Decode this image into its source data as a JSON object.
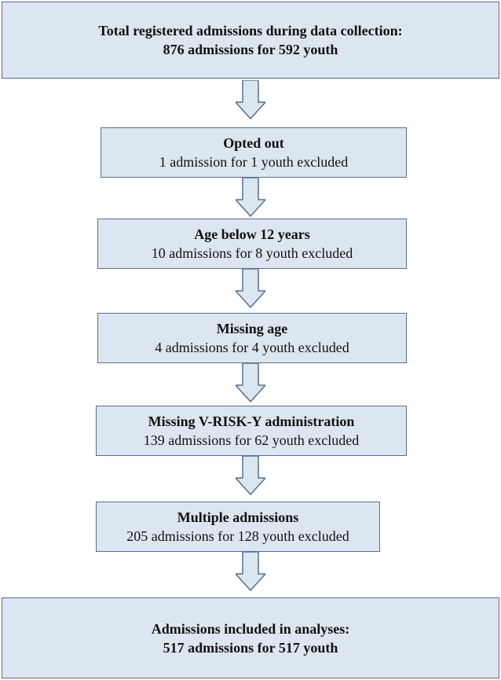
{
  "flowchart": {
    "start": {
      "title": "Total registered admissions during data collection:",
      "detail": "876 admissions for 592 youth"
    },
    "steps": [
      {
        "title": "Opted out",
        "detail": "1 admission for 1 youth excluded"
      },
      {
        "title": "Age below 12 years",
        "detail": "10 admissions for 8 youth excluded"
      },
      {
        "title": "Missing age",
        "detail": "4 admissions for 4 youth excluded"
      },
      {
        "title": "Missing V-RISK-Y administration",
        "detail": "139 admissions for 62 youth excluded"
      },
      {
        "title": "Multiple admissions",
        "detail": "205 admissions for 128 youth excluded"
      }
    ],
    "end": {
      "title": "Admissions included in analyses:",
      "detail": "517 admissions for 517 youth"
    },
    "colors": {
      "box_fill": "#dce6f1",
      "box_border": "#5a6f88",
      "arrow_fill": "#dce6f1"
    }
  }
}
